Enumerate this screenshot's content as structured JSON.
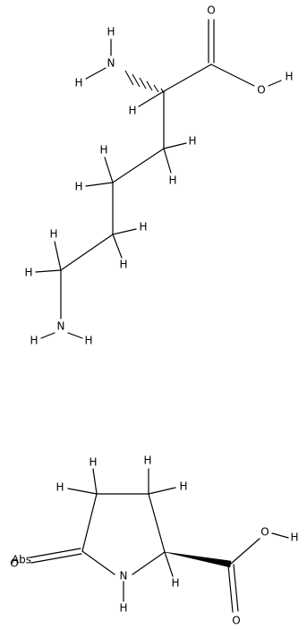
{
  "molecules": [
    {
      "name": "lysine",
      "atom_labels": {
        "o_carbonyl": "O",
        "o_hydroxyl_oh": "O",
        "o_hydroxyl_h": "H",
        "n_alpha_h_top": "H",
        "n_alpha": "N",
        "n_alpha_h_left": "H",
        "h_alpha": "H",
        "h_c3a": "H",
        "h_c3b": "H",
        "h_c4a": "H",
        "h_c4b": "H",
        "h_c5a": "H",
        "h_c5b": "H",
        "h_c6a": "H",
        "h_c6b": "H",
        "n_eps_h_left": "H",
        "n_eps": "N",
        "n_eps_h_right": "H"
      }
    },
    {
      "name": "pyroglutamic-acid",
      "atom_labels": {
        "h_c3a": "H",
        "h_c3b": "H",
        "h_c4a": "H",
        "h_c4b": "H",
        "o_ring": "O",
        "abs_tag": "Abs",
        "n_ring": "N",
        "n_ring_h": "H",
        "h_alpha": "H",
        "o_hydroxyl": "O",
        "o_hydroxyl_h": "H",
        "o_carbonyl": "O"
      }
    }
  ]
}
